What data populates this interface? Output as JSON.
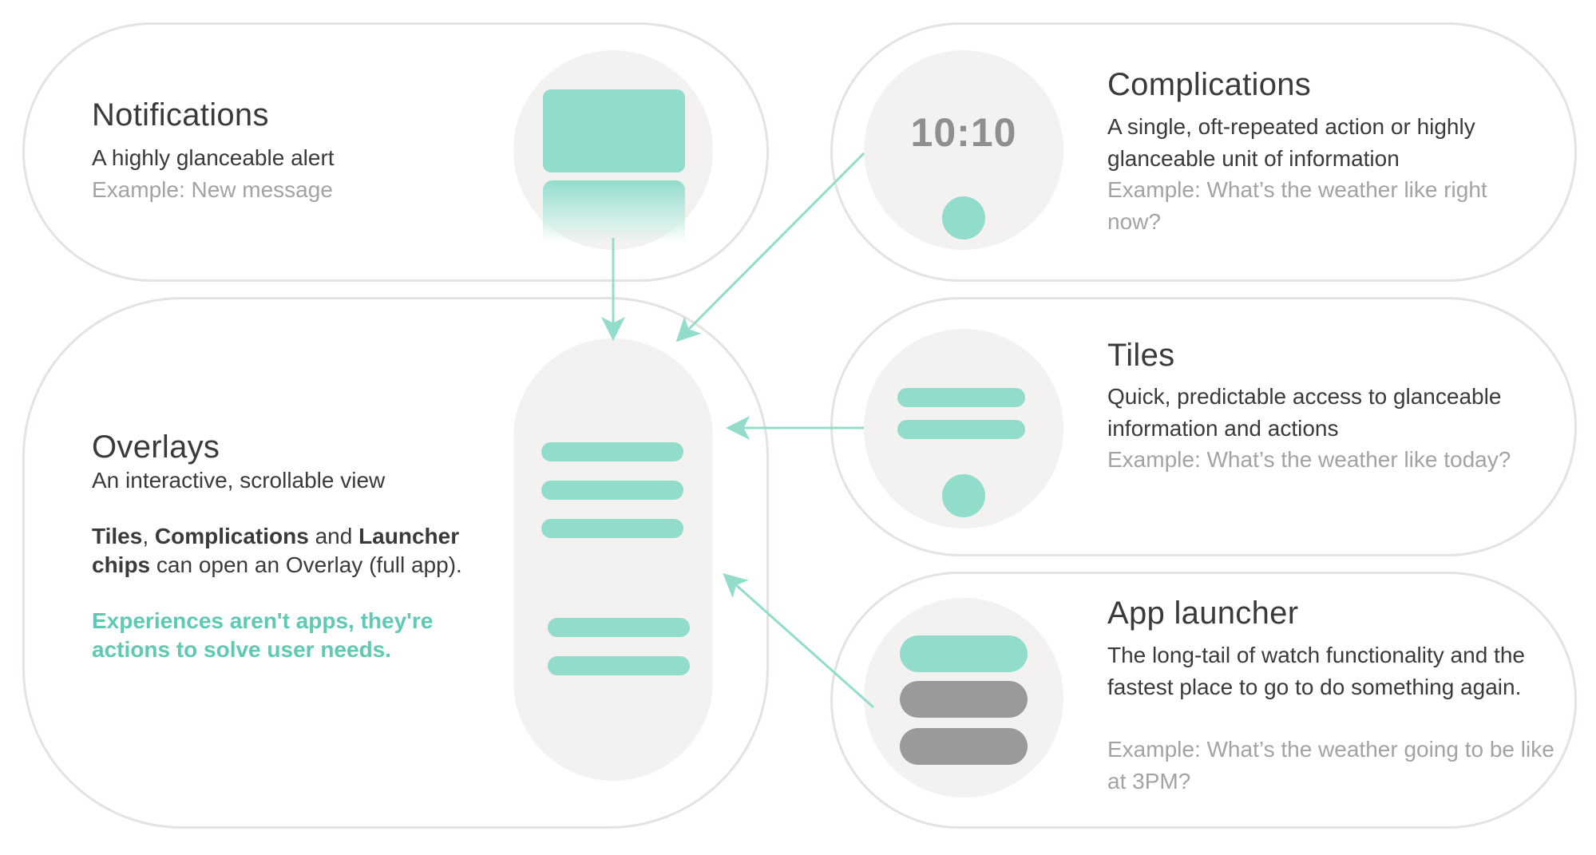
{
  "notifications": {
    "title": "Notifications",
    "description": "A highly glanceable alert",
    "example": "Example:  New message"
  },
  "overlays": {
    "title": "Overlays",
    "description": "An interactive, scrollable view",
    "body": {
      "tiles": "Tiles",
      "sep1": ", ",
      "complications": "Complications",
      "sep2": " and ",
      "launcher_chips": "Launcher chips",
      "rest": " can open an Overlay (full app)."
    },
    "highlight": "Experiences aren't apps, they're actions to solve user needs."
  },
  "complications": {
    "title": "Complications",
    "description": "A single, oft-repeated action or highly glanceable unit of information",
    "example": "Example:  What’s the weather like right now?",
    "watch_time": "10:10"
  },
  "tiles": {
    "title": "Tiles",
    "description": "Quick, predictable access to glanceable information and actions",
    "example": "Example: What’s the weather like today?"
  },
  "app_launcher": {
    "title": "App launcher",
    "description": "The long-tail of watch functionality and the fastest place to go to do something again.",
    "example": "Example:  What’s the weather going to be like at 3PM?"
  },
  "colors": {
    "accent": "#92dccc",
    "accent_text": "#5fc9b4",
    "card_border": "#e6e2e1",
    "watch_bg": "#f3f2f1",
    "gray_chip": "#9a9a9a",
    "muted_text": "#a3a3a3"
  }
}
